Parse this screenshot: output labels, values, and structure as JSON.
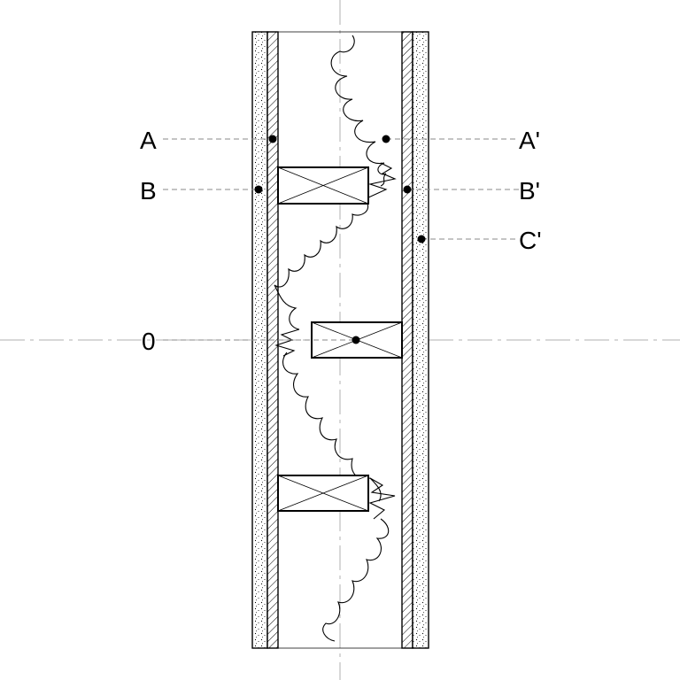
{
  "labels": {
    "A": "A",
    "A_prime": "A'",
    "B": "B",
    "B_prime": "B'",
    "C_prime": "C'",
    "zero": "0"
  },
  "colors": {
    "line": "#000000",
    "dashed_reference": "#8a8a8a",
    "centerline": "#b0b0b0",
    "background": "#ffffff"
  }
}
